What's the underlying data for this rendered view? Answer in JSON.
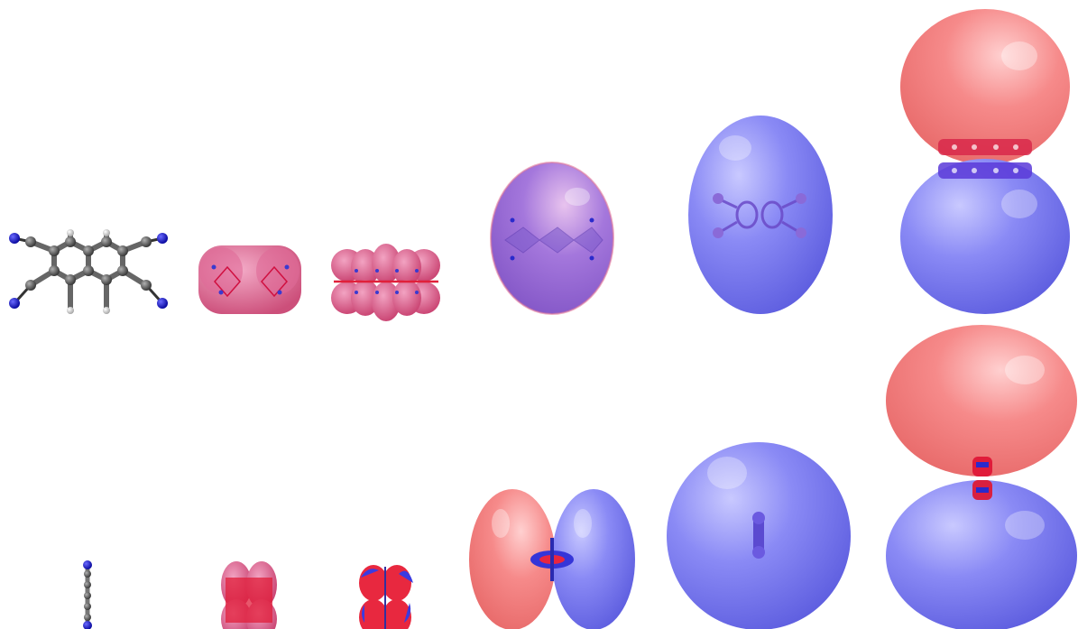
{
  "panels": [
    {
      "name": "molecule-ball-and-stick-top",
      "kind": "structure"
    },
    {
      "name": "density-isosurface-1-top",
      "kind": "isosurface"
    },
    {
      "name": "density-isosurface-2-top",
      "kind": "isosurface"
    },
    {
      "name": "diffuse-orbital-purple-top",
      "kind": "isosurface"
    },
    {
      "name": "diffuse-orbital-blue-top",
      "kind": "isosurface"
    },
    {
      "name": "diffuse-orbital-red-blue-top",
      "kind": "isosurface"
    },
    {
      "name": "molecule-ball-and-stick-side",
      "kind": "structure"
    },
    {
      "name": "density-isosurface-1-side",
      "kind": "isosurface"
    },
    {
      "name": "density-isosurface-2-side",
      "kind": "isosurface"
    },
    {
      "name": "diffuse-orbital-red-blue-horizontal-side",
      "kind": "isosurface"
    },
    {
      "name": "diffuse-orbital-blue-side",
      "kind": "isosurface"
    },
    {
      "name": "diffuse-orbital-red-blue-vertical-side",
      "kind": "isosurface"
    }
  ],
  "colors": {
    "background": "#ffffff",
    "positive_lobe": "#f47c7c",
    "negative_lobe": "#7f7ff0",
    "mixed_lobe": "#9a6fd6",
    "density_pink": "#d9558a",
    "carbon": "#555555",
    "nitrogen": "#1a1ad0",
    "hydrogen": "#d8d8d8"
  }
}
